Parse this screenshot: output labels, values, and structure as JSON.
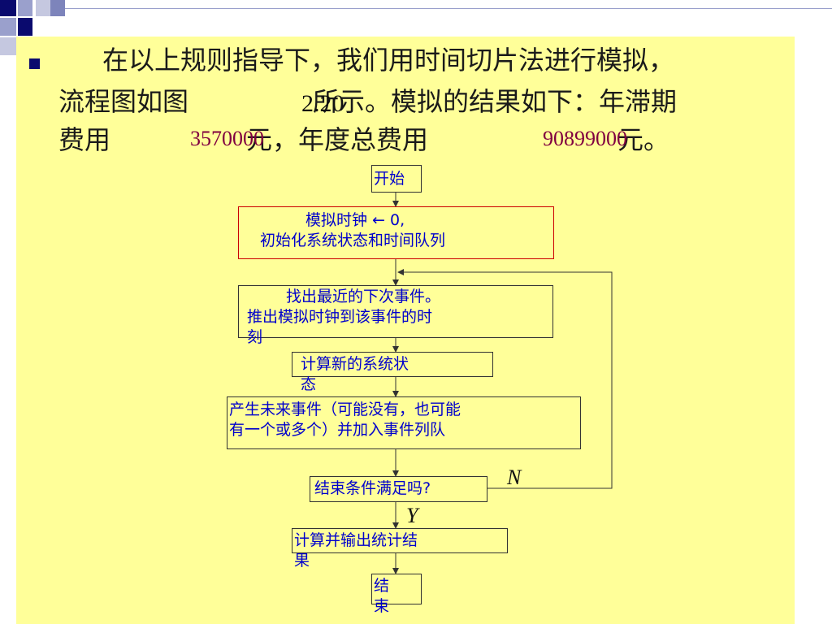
{
  "paragraph": {
    "line1": "在以上规则指导下，我们用时间切片法进行模拟，",
    "line2_a": "流程图如图",
    "line2_b": "所示。模拟的结果如下：年滞期",
    "line3_a": "费用",
    "line3_b": "元，年度总费用",
    "line3_c": "元。",
    "figure_ref": "2.20",
    "demurrage_cost": "3570000",
    "total_cost": "90899000"
  },
  "flowchart": {
    "start": "开始",
    "init_line1": "模拟时钟 ← 0,",
    "init_line2": "初始化系统状态和时间队列",
    "find_line1": "找出最近的下次事件。",
    "find_line2": "推出模拟时钟到该事件的时",
    "find_line3": "刻",
    "compute_line1": "计算新的系统状",
    "compute_line2": "态",
    "gen_line1": "产生未来事件（可能没有，也可能",
    "gen_line2": "有一个或多个）并加入事件列队",
    "check": "结束条件满足吗?",
    "label_no": "N",
    "label_yes": "Y",
    "output_line1": "计算并输出统计结",
    "output_line2": "果",
    "end_line1": "结",
    "end_line2": "束"
  },
  "colors": {
    "slide_bg": "#ffff99",
    "node_text": "#0000cc",
    "number_text": "#800040",
    "init_border": "#cc0000"
  }
}
